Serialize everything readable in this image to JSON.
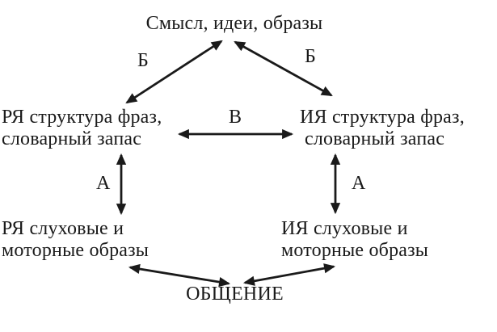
{
  "diagram": {
    "nodes": {
      "meaning": {
        "label": "Смысл, идеи, образы"
      },
      "native_structure": {
        "line1": "РЯ структура фраз,",
        "line2": "словарный запас"
      },
      "foreign_structure": {
        "line1": "ИЯ структура фраз,",
        "line2": "словарный запас"
      },
      "native_audio_motor": {
        "line1": "РЯ слуховые и",
        "line2": "моторные образы"
      },
      "foreign_audio_motor": {
        "line1": "ИЯ слуховые и",
        "line2": "моторные образы"
      },
      "communication": {
        "label": "ОБЩЕНИЕ"
      }
    },
    "edge_labels": {
      "left_b": "Б",
      "right_b": "Б",
      "center_v": "В",
      "left_a": "А",
      "right_a": "А"
    },
    "colors": {
      "ink": "#1a1a1a",
      "background": "#ffffff"
    }
  }
}
